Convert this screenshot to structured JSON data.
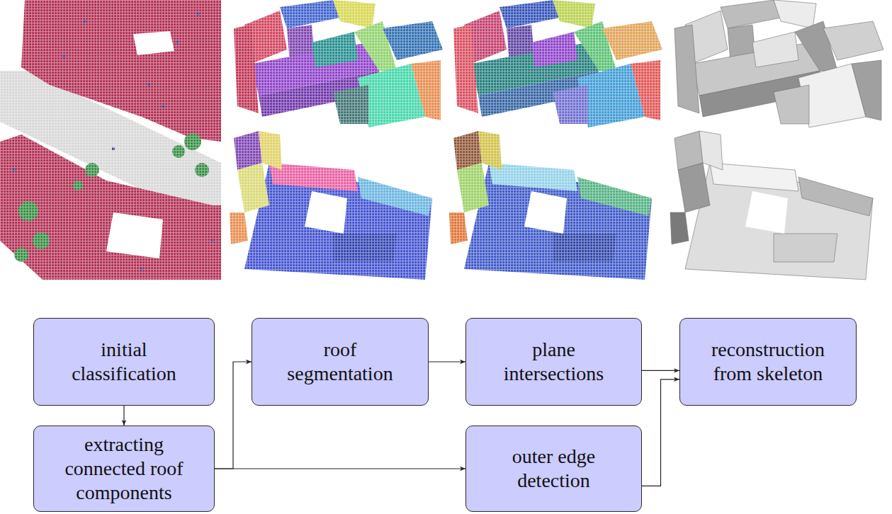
{
  "diagram": {
    "nodes": [
      {
        "text": [
          "initial classification"
        ]
      },
      {
        "text": [
          "roof segmentation"
        ]
      },
      {
        "text": [
          "plane intersections"
        ]
      },
      {
        "text": [
          "reconstruction from skeleton"
        ]
      },
      {
        "text": [
          "extracting connected roof components"
        ]
      },
      {
        "text": [
          "outer edge detection"
        ]
      }
    ],
    "edges": [
      {
        "from": 0,
        "to": 4,
        "arrow": "to"
      },
      {
        "from": 4,
        "to": 1,
        "arrow": "to"
      },
      {
        "from": 4,
        "to": 5,
        "arrow": "to"
      },
      {
        "from": 1,
        "to": 2,
        "arrow": "to"
      },
      {
        "from": 2,
        "to": 3,
        "arrow": "to"
      },
      {
        "from": 5,
        "to": 3,
        "arrow": "to"
      }
    ]
  }
}
